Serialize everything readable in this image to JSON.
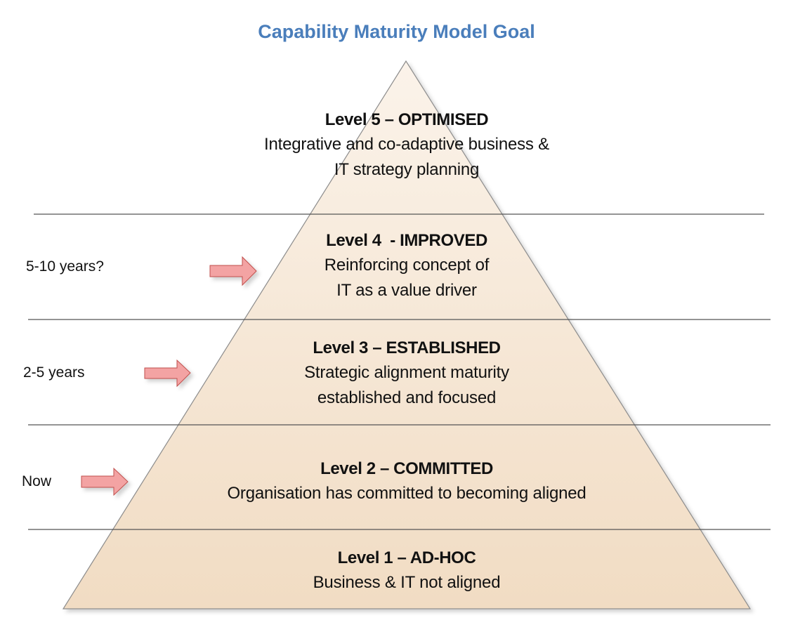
{
  "title": "Capability Maturity Model Goal",
  "colors": {
    "title": "#4A7EBB",
    "pyramid_fill_top": "#FBF3EA",
    "pyramid_fill_bottom": "#F1DCC3",
    "pyramid_outline": "#8C8C8C",
    "divider": "#555555",
    "arrow_fill": "#F3A3A3",
    "arrow_outline": "#C0504D"
  },
  "levels": [
    {
      "heading": "Level 5 – OPTIMISED",
      "description": [
        "Integrative and co-adaptive business &",
        "IT strategy planning"
      ]
    },
    {
      "heading": "Level 4  - IMPROVED",
      "description": [
        "Reinforcing concept of",
        "IT as a value driver"
      ]
    },
    {
      "heading": "Level 3 – ESTABLISHED",
      "description": [
        "Strategic alignment maturity",
        "established and focused"
      ]
    },
    {
      "heading": "Level 2 – COMMITTED",
      "description": [
        "Organisation has committed to becoming aligned"
      ]
    },
    {
      "heading": "Level 1 – AD-HOC",
      "description": [
        "Business & IT not aligned"
      ]
    }
  ],
  "timeline": [
    {
      "label": "5-10 years?",
      "icon": "right-arrow-icon"
    },
    {
      "label": "2-5 years",
      "icon": "right-arrow-icon"
    },
    {
      "label": "Now",
      "icon": "right-arrow-icon"
    }
  ]
}
